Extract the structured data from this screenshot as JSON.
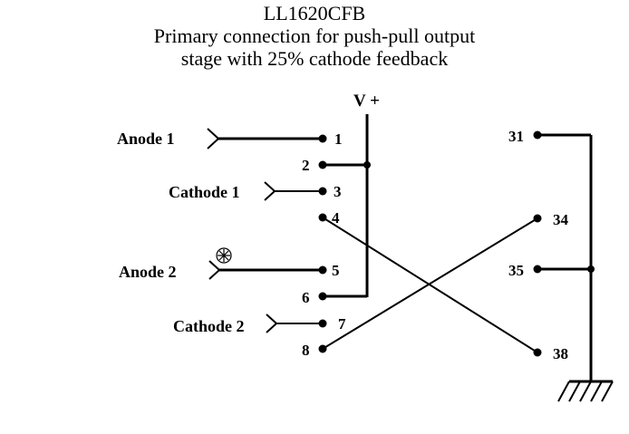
{
  "title": {
    "line1": "LL1620CFB",
    "line2": "Primary connection for push-pull output",
    "line3": "stage with 25% cathode feedback"
  },
  "supply_label": "V +",
  "inputs": {
    "anode1": "Anode 1",
    "cathode1": "Cathode 1",
    "anode2": "Anode 2",
    "cathode2": "Cathode 2"
  },
  "pins": {
    "p1": "1",
    "p2": "2",
    "p3": "3",
    "p4": "4",
    "p5": "5",
    "p6": "6",
    "p7": "7",
    "p8": "8",
    "p31": "31",
    "p34": "34",
    "p35": "35",
    "p38": "38"
  },
  "phase_marker_icon": "asterisk-circle-icon",
  "ground_icon": "chassis-ground-icon",
  "colors": {
    "ink": "#000000",
    "background": "#ffffff"
  }
}
